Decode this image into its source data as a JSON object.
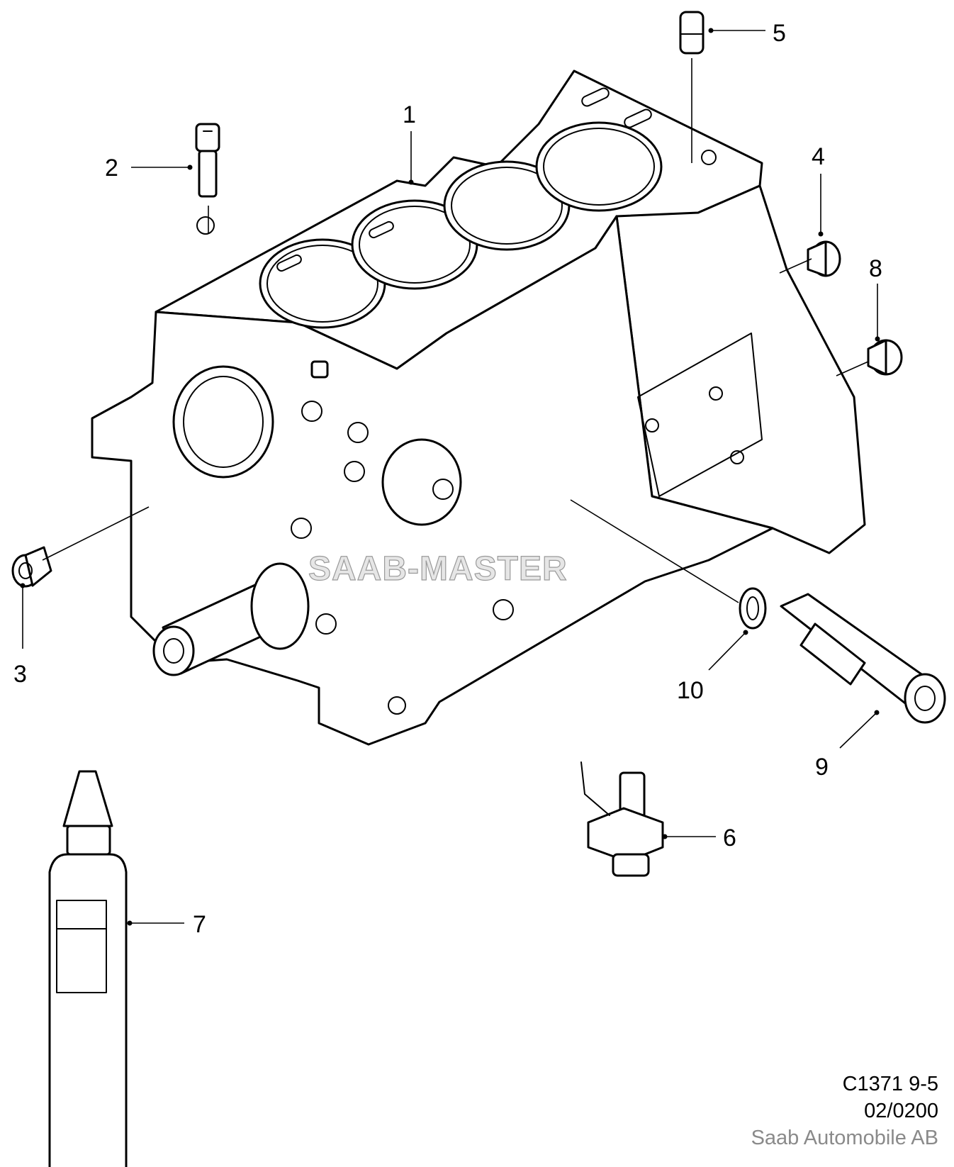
{
  "watermark": "SAAB-MASTER",
  "callouts": [
    {
      "id": "1",
      "label": "1"
    },
    {
      "id": "2",
      "label": "2"
    },
    {
      "id": "3",
      "label": "3"
    },
    {
      "id": "4",
      "label": "4"
    },
    {
      "id": "5",
      "label": "5"
    },
    {
      "id": "6",
      "label": "6"
    },
    {
      "id": "7",
      "label": "7"
    },
    {
      "id": "8",
      "label": "8"
    },
    {
      "id": "9",
      "label": "9"
    },
    {
      "id": "10",
      "label": "10"
    }
  ],
  "footer": {
    "code": "C1371 9-5",
    "date": "02/0200",
    "company": "Saab Automobile AB"
  }
}
